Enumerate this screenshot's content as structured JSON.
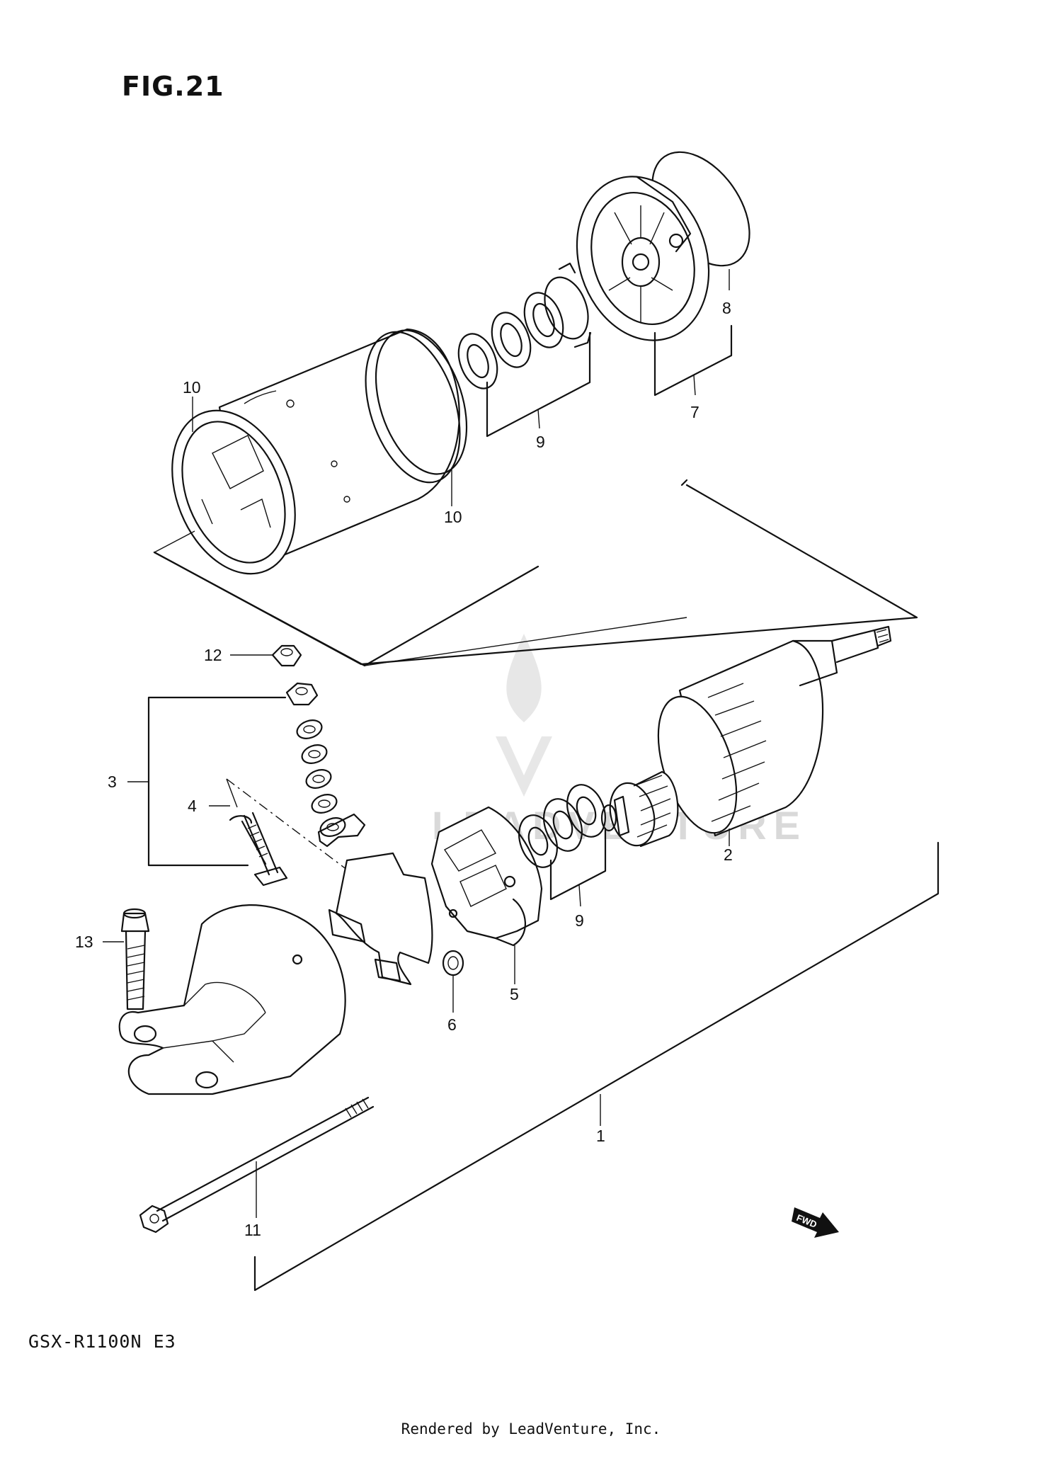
{
  "figure": {
    "title": "FIG.21",
    "model_code": "GSX-R1100N E3",
    "footer": "Rendered by LeadVenture, Inc.",
    "watermark": "LEADVENTURE",
    "direction_label": "FWD"
  },
  "callouts": {
    "c1": "1",
    "c2": "2",
    "c3": "3",
    "c4": "4",
    "c5": "5",
    "c6": "6",
    "c7": "7",
    "c8": "8",
    "c9a": "9",
    "c9b": "9",
    "c10a": "10",
    "c10b": "10",
    "c11": "11",
    "c12": "12",
    "c13": "13"
  },
  "icons": {
    "direction": "fwd-arrow-icon",
    "watermark": "leadventure-logo-icon"
  }
}
